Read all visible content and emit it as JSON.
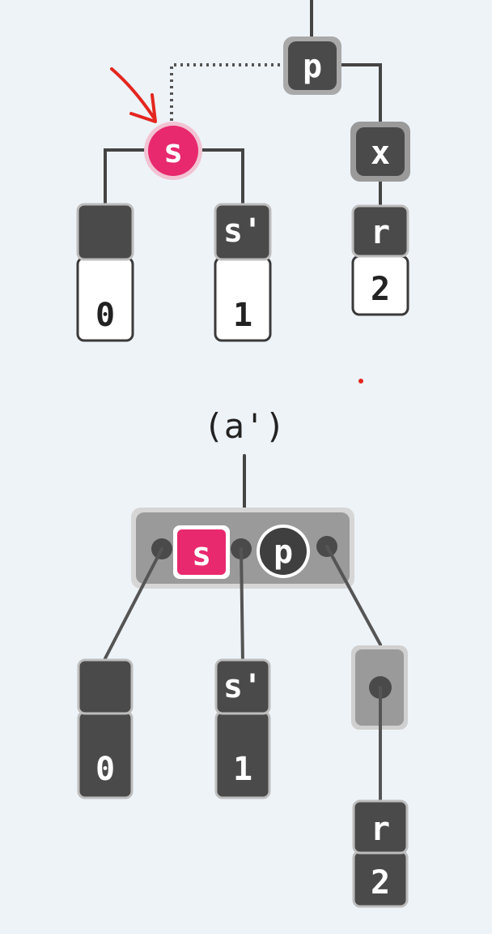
{
  "top_tree": {
    "p_label": "p",
    "x_label": "x",
    "s_label": "s",
    "s_prime_label": "s'",
    "r_label": "r",
    "val_0": "0",
    "val_1": "1",
    "val_2": "2"
  },
  "bottom_tree": {
    "caption": "(a')",
    "s_label": "s",
    "p_label": "p",
    "s_prime_label": "s'",
    "r_label": "r",
    "val_0": "0",
    "val_1": "1",
    "val_2": "2"
  },
  "colors": {
    "accent_pink": "#e8296e",
    "arrow_red": "#e3261f",
    "dark_node": "#4a4a4a",
    "gray_node": "#9a9a9a"
  },
  "icons": [
    "red-pointer-arrow"
  ]
}
